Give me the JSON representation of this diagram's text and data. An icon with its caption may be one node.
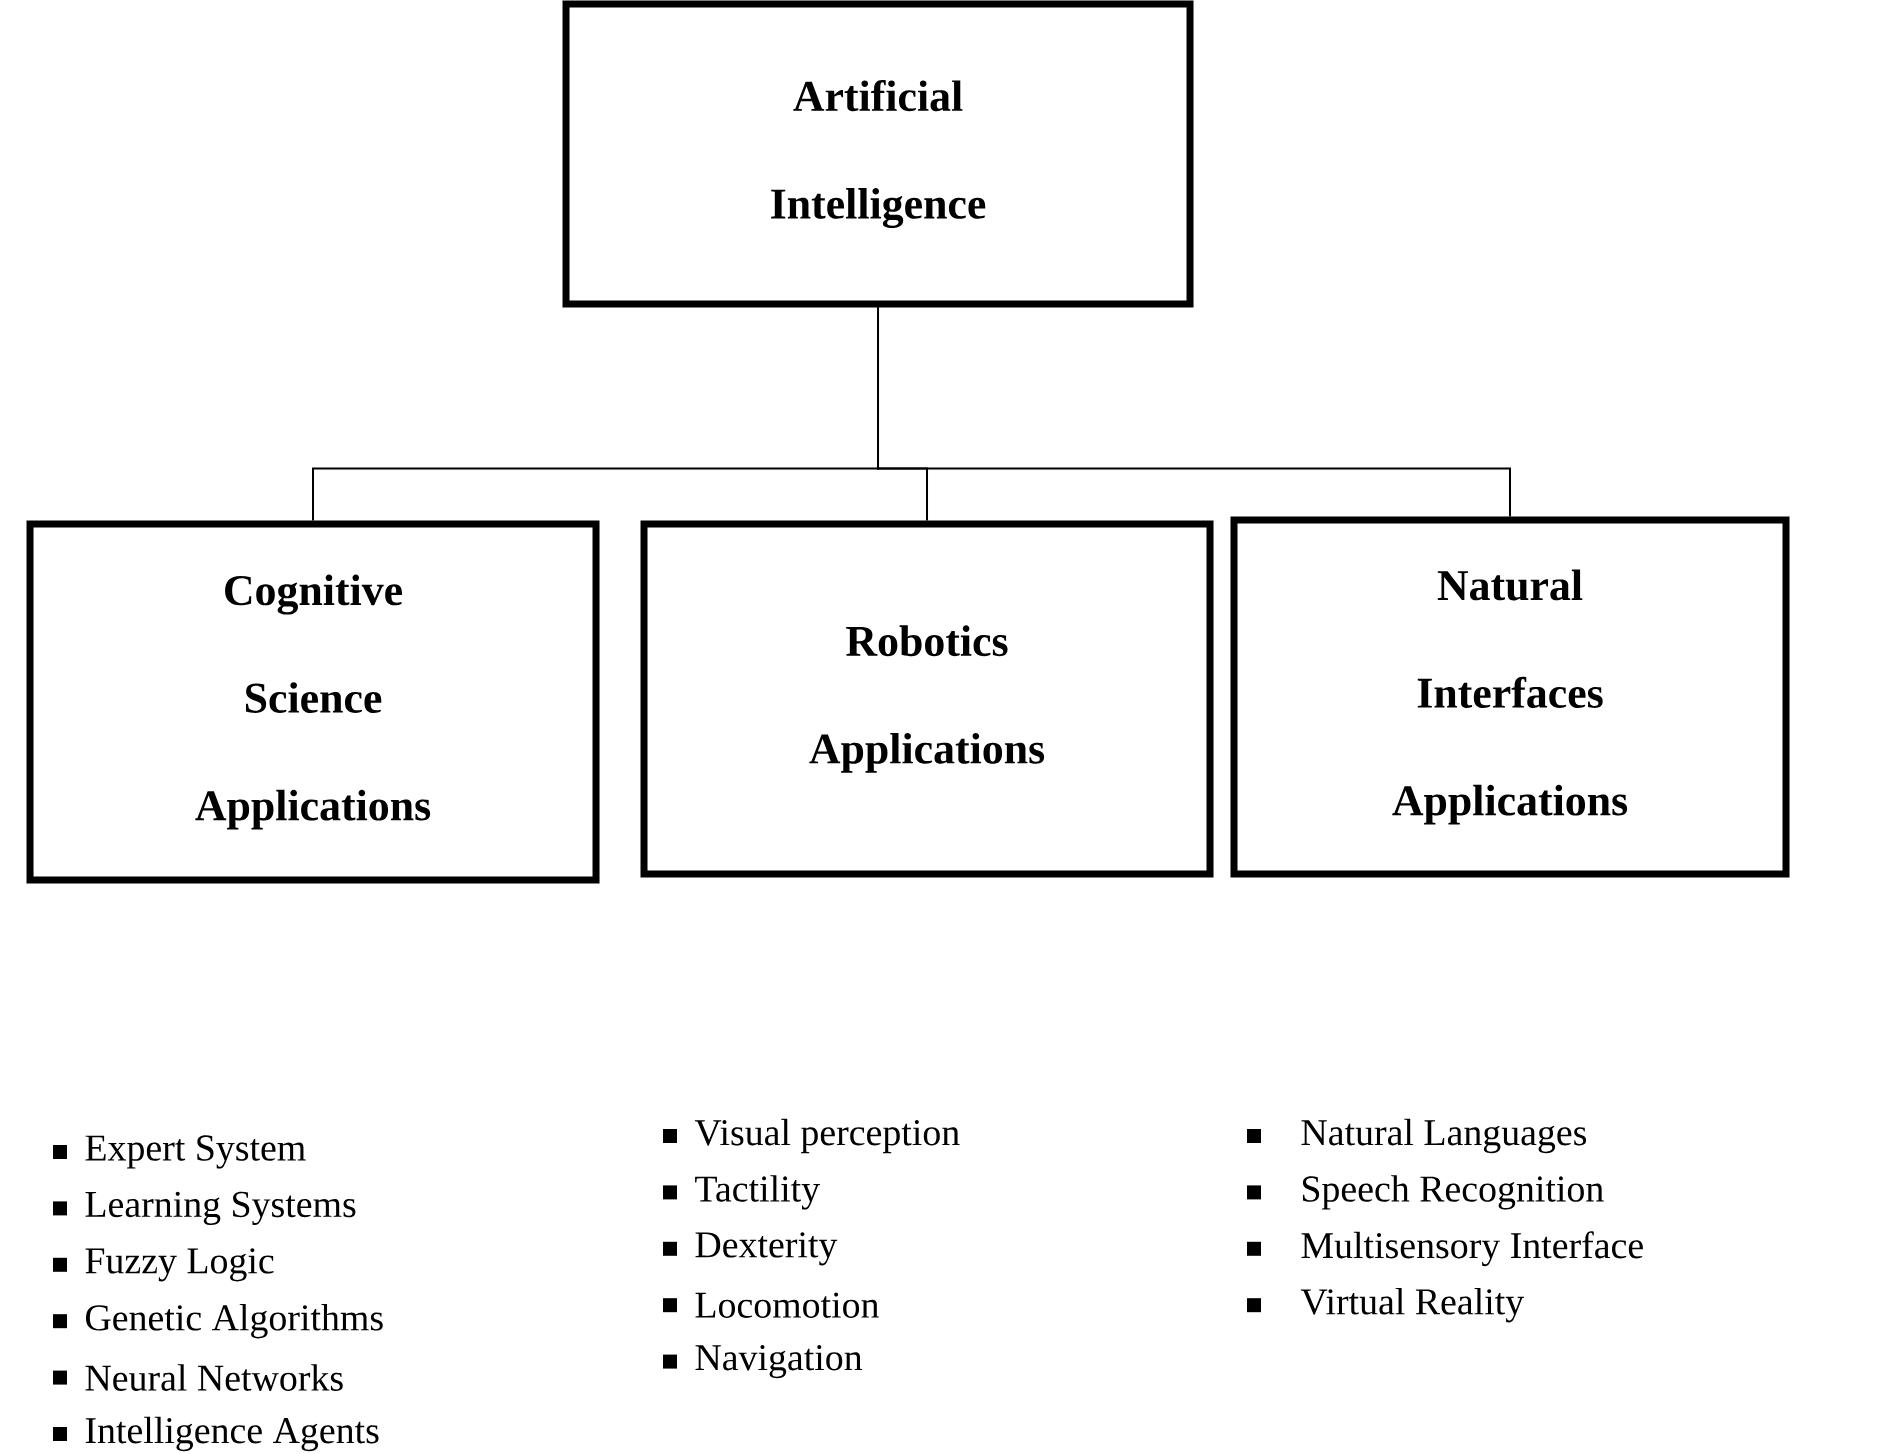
{
  "diagram": {
    "nodes": [
      {
        "text": [
          "Artificial Intelligence"
        ]
      },
      {
        "text": [
          "Cognitive Science Applications"
        ],
        "beside": [
          "Expert System",
          "Learning Systems",
          "Fuzzy Logic",
          "Genetic Algorithms",
          "Neural Networks",
          "Intelligence Agents"
        ]
      },
      {
        "text": [
          "Robotics Applications"
        ],
        "beside": [
          "Visual perception",
          "Tactility",
          "Dexterity",
          "Locomotion",
          "Navigation"
        ]
      },
      {
        "text": [
          "Natural Interfaces Applications"
        ],
        "beside": [
          "Natural Languages",
          "Speech Recognition",
          "Multisensory Interface",
          "Virtual Reality"
        ]
      }
    ],
    "edges": [
      {
        "from": 0,
        "to": 1,
        "arrow": "none"
      },
      {
        "from": 0,
        "to": 2,
        "arrow": "none"
      },
      {
        "from": 0,
        "to": 3,
        "arrow": "none"
      }
    ]
  }
}
